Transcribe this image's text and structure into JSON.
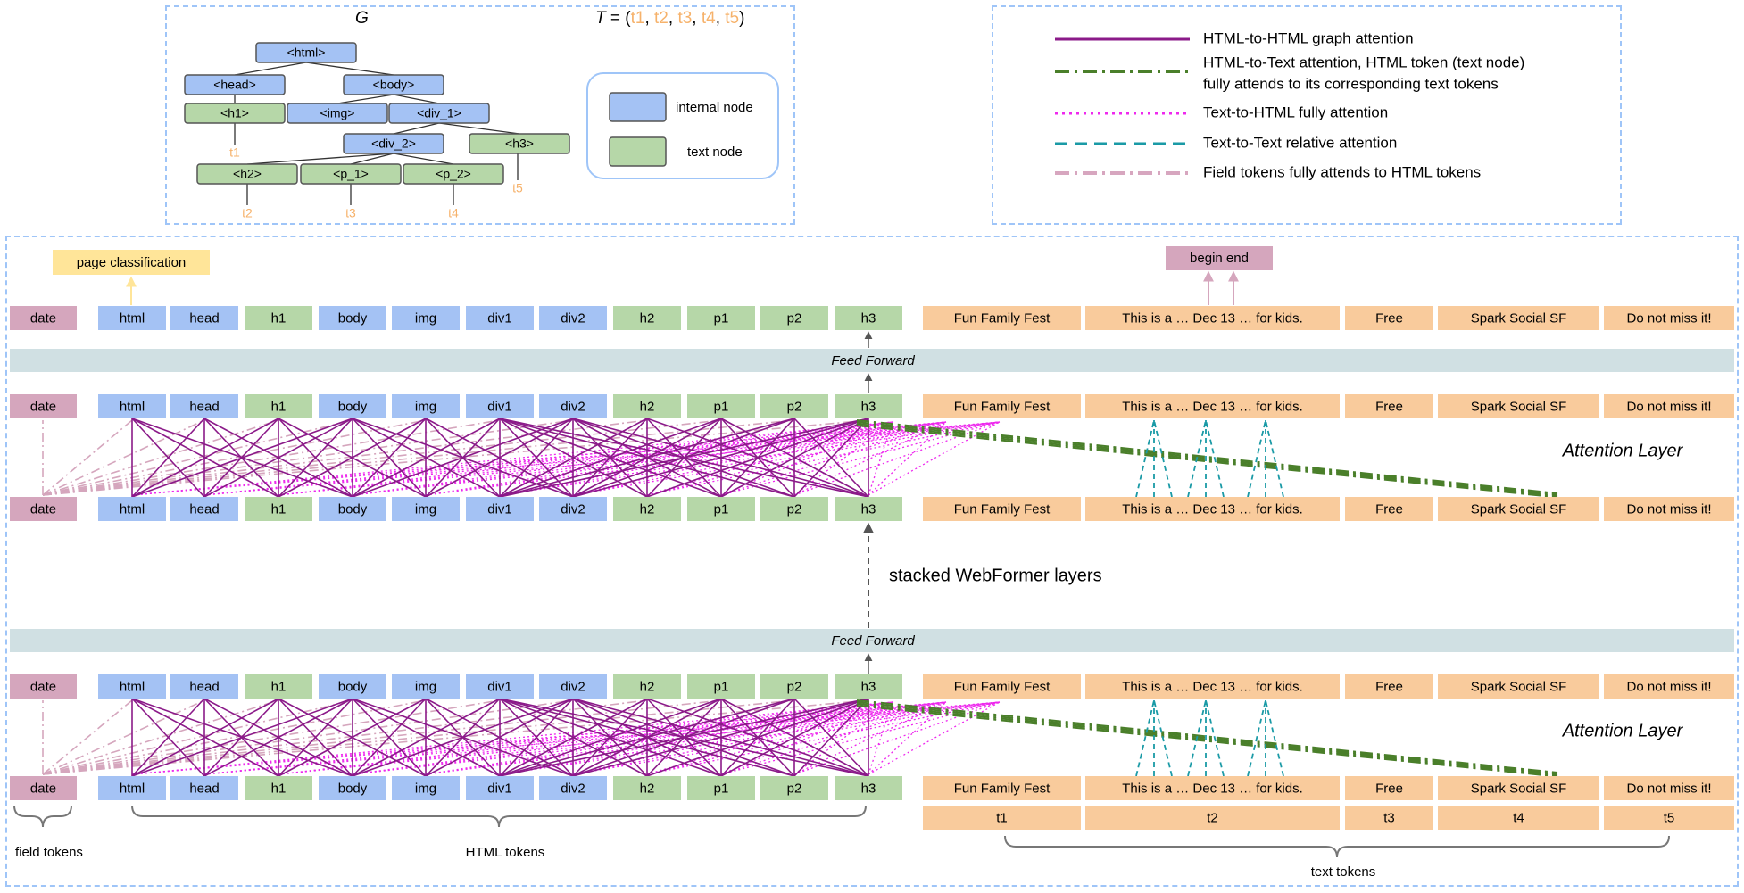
{
  "tree": {
    "graph_label": "G",
    "seq_label": "T",
    "seq_prefix": " = (",
    "seq_items": [
      "t1",
      "t2",
      "t3",
      "t4",
      "t5"
    ],
    "seq_sep": ", ",
    "seq_close": ")",
    "nodes": {
      "html": "<html>",
      "head": "<head>",
      "body": "<body>",
      "h1": "<h1>",
      "img": "<img>",
      "div_1": "<div_1>",
      "div_2": "<div_2>",
      "h3": "<h3>",
      "h2": "<h2>",
      "p_1": "<p_1>",
      "p_2": "<p_2>"
    },
    "leaf_labels": {
      "t1": "t1",
      "t2": "t2",
      "t3": "t3",
      "t4": "t4",
      "t5": "t5"
    },
    "key": {
      "internal": "internal node",
      "text": "text node"
    }
  },
  "legend": [
    {
      "label": "HTML-to-HTML graph attention",
      "color": "#8b1a89"
    },
    {
      "label": "HTML-to-Text attention, HTML token (text node)",
      "label2": "fully attends to its corresponding text tokens",
      "color": "#4a7f2a"
    },
    {
      "label": "Text-to-HTML fully attention",
      "color": "#ee28ee"
    },
    {
      "label": "Text-to-Text relative attention",
      "color": "#1a9aa6"
    },
    {
      "label": "Field tokens fully attends to HTML tokens",
      "color": "#d7a6bf"
    }
  ],
  "tokens": {
    "field": [
      "date"
    ],
    "html": [
      "html",
      "head",
      "h1",
      "body",
      "img",
      "div1",
      "div2",
      "h2",
      "p1",
      "p2",
      "h3"
    ],
    "html_types": [
      "internal",
      "internal",
      "text",
      "internal",
      "internal",
      "internal",
      "internal",
      "text",
      "text",
      "text",
      "text"
    ],
    "text": [
      "Fun Family Fest",
      "This is a … Dec 13 … for kids.",
      "Free",
      "Spark Social SF",
      "Do not miss it!"
    ],
    "text_ids": [
      "t1",
      "t2",
      "t3",
      "t4",
      "t5"
    ]
  },
  "labels": {
    "feed_forward": "Feed Forward",
    "attention_layer": "Attention Layer",
    "stacked": "stacked WebFormer layers",
    "page_classification": "page classification",
    "begin_end": "begin end",
    "field_tokens": "field tokens",
    "html_tokens": "HTML tokens",
    "text_tokens": "text tokens"
  },
  "colors": {
    "internal": "#a4c2f4",
    "text_node": "#b6d7a8",
    "field": "#d5a6bd",
    "text_token": "#f9cb9c",
    "feed_forward": "#d0e0e3",
    "page_class": "#ffe599",
    "border_dash": "#9fc5f8",
    "orange_text": "#f6b26b"
  }
}
